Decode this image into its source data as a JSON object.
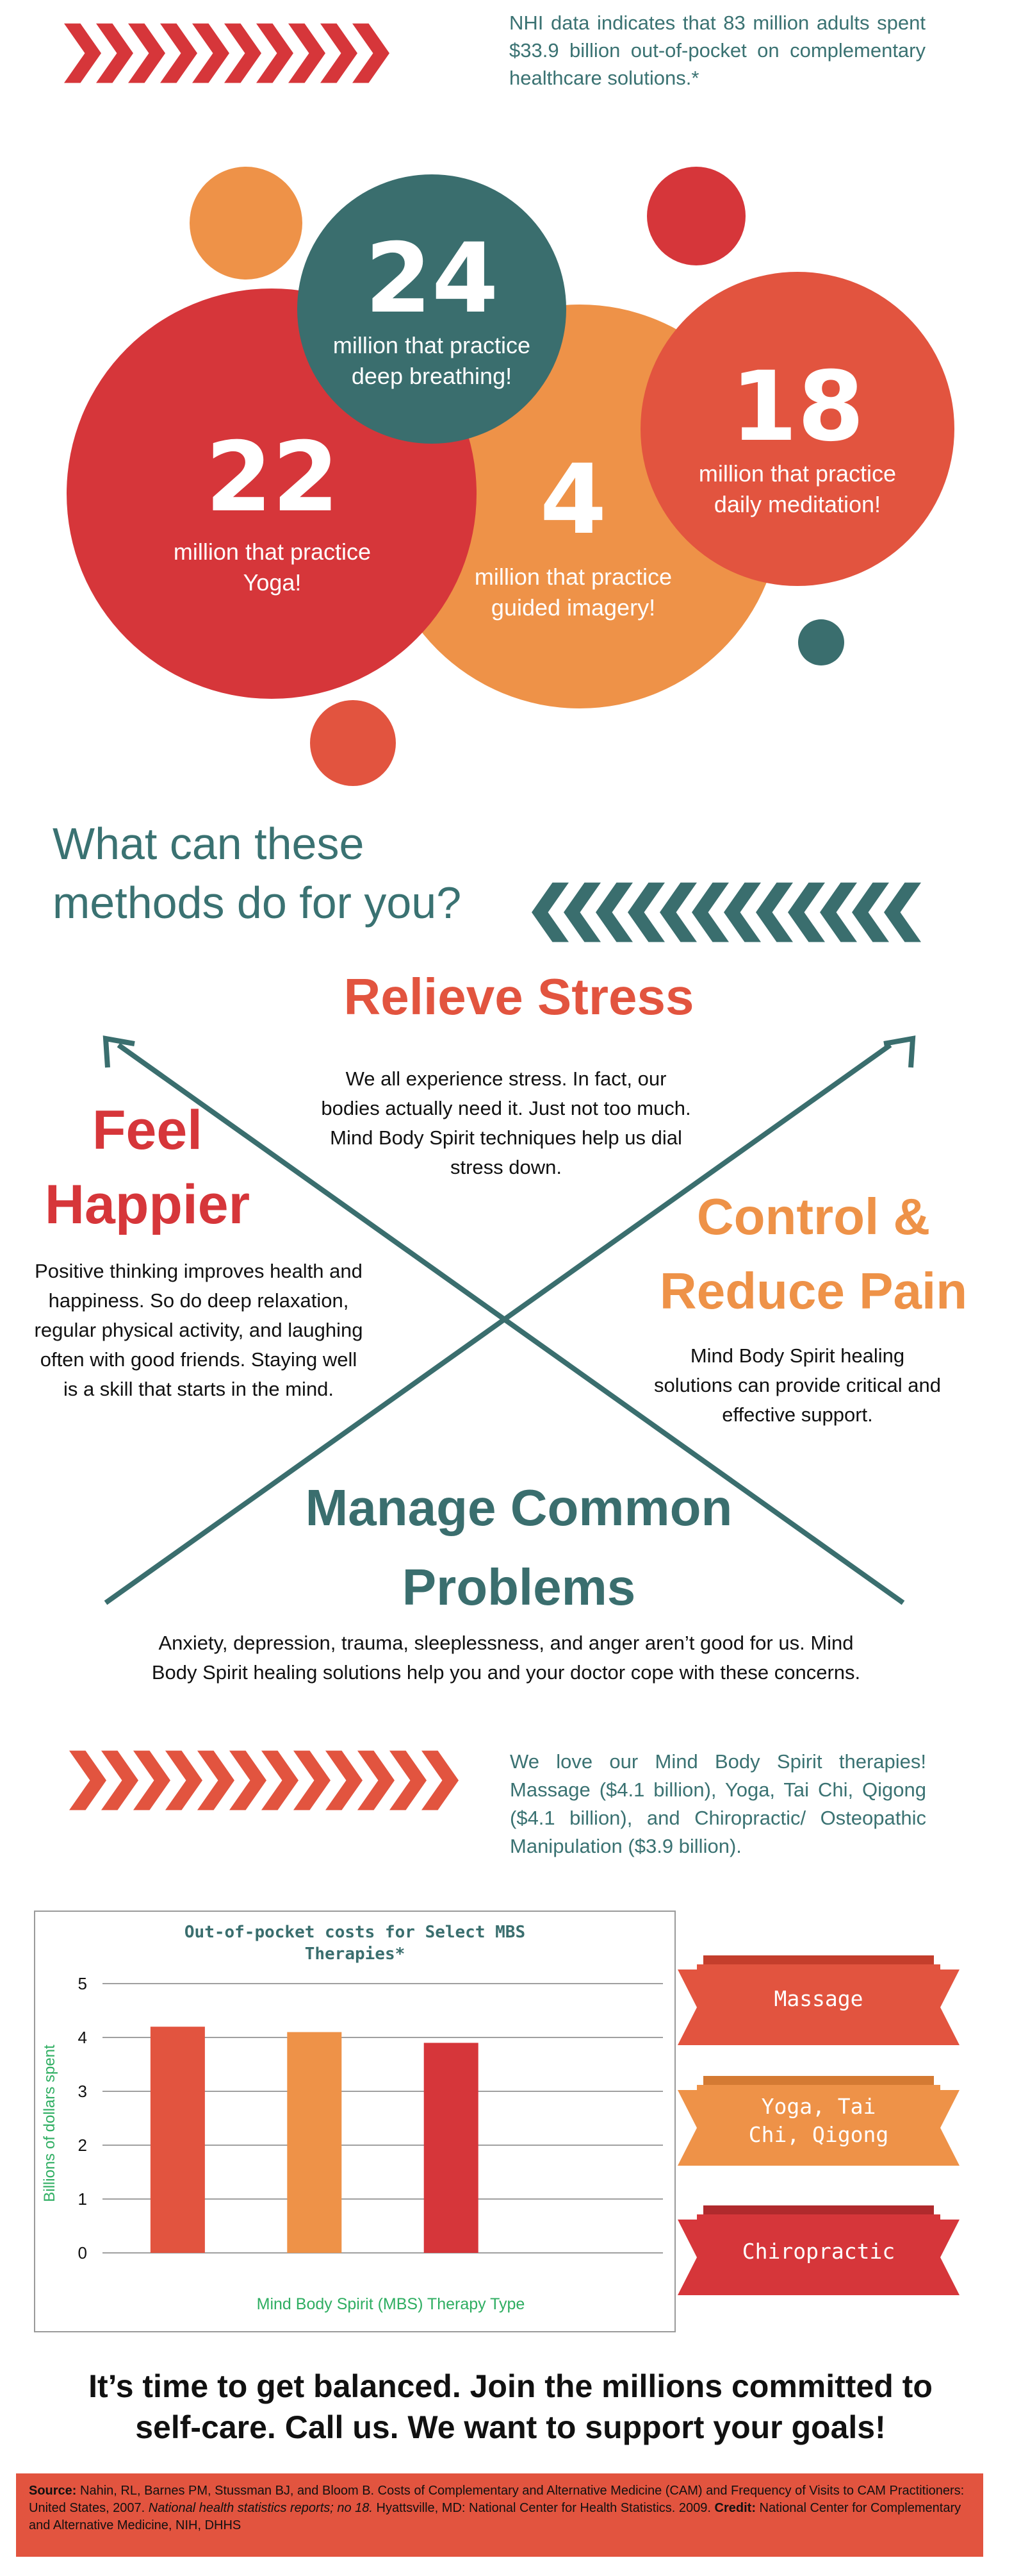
{
  "intro": {
    "text": "NHI data indicates that 83 million adults spent $33.9 billion out-of-pocket on complementary healthcare solutions.*"
  },
  "stats": [
    {
      "number": "24",
      "label_line1": "million that practice",
      "label_line2": "deep breathing!",
      "color": "#3a6e6e"
    },
    {
      "number": "22",
      "label_line1": "million that practice",
      "label_line2": "Yoga!",
      "color": "#d6363a"
    },
    {
      "number": "4",
      "label_line1": "million that practice",
      "label_line2": "guided imagery!",
      "color": "#ee9248"
    },
    {
      "number": "18",
      "label_line1": "million that practice",
      "label_line2": "daily meditation!",
      "color": "#e2543f"
    }
  ],
  "question": {
    "line1": "What can these",
    "line2": "methods do for you?"
  },
  "benefits": {
    "relieve_title": "Relieve Stress",
    "relieve_text": "We all experience stress. In fact, our bodies actually need it. Just not too much. Mind Body Spirit techniques help us dial stress down.",
    "happier_title1": "Feel",
    "happier_title2": "Happier",
    "happier_text": "Positive thinking improves health and happiness. So do deep relaxation, regular physical activity, and laughing often with good friends. Staying well is a skill that starts in the mind.",
    "pain_title1": "Control &",
    "pain_title2": "Reduce Pain",
    "pain_text": "Mind Body Spirit healing solutions can provide critical and effective support.",
    "manage_title1": "Manage Common",
    "manage_title2": "Problems",
    "manage_text": "Anxiety, depression, trauma, sleeplessness, and anger aren’t good for us. Mind Body Spirit healing solutions help you and your doctor cope with these concerns."
  },
  "love": {
    "text": "We love our Mind Body Spirit therapies! Massage ($4.1 billion), Yoga, Tai Chi, Qigong ($4.1 billion), and Chiropractic/ Osteopathic Manipulation ($3.9 billion)."
  },
  "chart_data": {
    "type": "bar",
    "title_line1": "Out-of-pocket costs for Select MBS",
    "title_line2": "Therapies*",
    "xlabel": "Mind Body Spirit (MBS) Therapy Type",
    "ylabel": "Billions of dollars  spent",
    "ylim": [
      0,
      5
    ],
    "yticks": [
      "0",
      "1",
      "2",
      "3",
      "4",
      "5"
    ],
    "grid": true,
    "values": [
      4.2,
      4.1,
      3.9
    ],
    "colors": [
      "#e2543f",
      "#ee9248",
      "#d6363a"
    ]
  },
  "banners": [
    {
      "line1": "Massage",
      "line2": "",
      "color": "#e2543f"
    },
    {
      "line1": "Yoga, Tai",
      "line2": "Chi, Qigong",
      "color": "#ee9248"
    },
    {
      "line1": "Chiropractic",
      "line2": "",
      "color": "#d6363a"
    }
  ],
  "cta": {
    "line1": "It’s time to get balanced.  Join the millions committed to",
    "line2": "self-care.  Call us.  We want to support your goals!"
  },
  "source": {
    "source_label": "Source:",
    "source_text1": " Nahin, RL, Barnes PM, Stussman BJ, and Bloom B. Costs of Complementary and Alternative Medicine (CAM) and Frequency of Visits to CAM Practitioners: United States, 2007. ",
    "source_italic": "National health statistics reports; no 18.",
    "source_text2": " Hyattsville, MD: National Center for Health Statistics. 2009. ",
    "credit_label": "Credit:",
    "credit_text": " National Center for Complementary and Alternative Medicine, NIH, DHHS"
  },
  "colors": {
    "teal": "#3a7272",
    "red": "#d6363a",
    "coral": "#e2543f",
    "orange": "#ee9248"
  }
}
